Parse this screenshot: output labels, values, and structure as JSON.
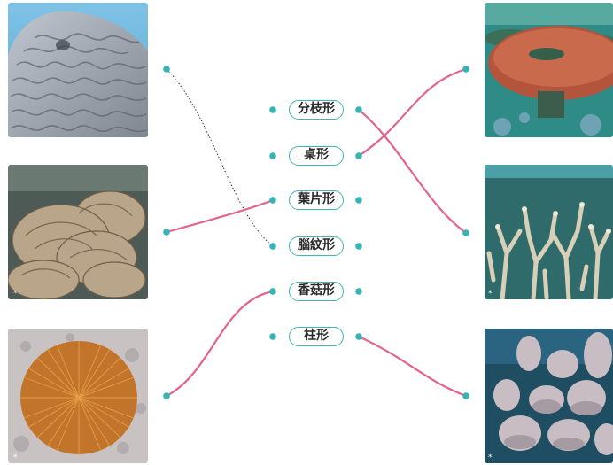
{
  "colors": {
    "dot": "#36b3b5",
    "line": "#e4628f",
    "dashed": "#333333",
    "pill_border": "#3fb7b5"
  },
  "labels": [
    {
      "id": "branching",
      "text": "分枝形"
    },
    {
      "id": "table",
      "text": "桌形"
    },
    {
      "id": "foliose",
      "text": "葉片形"
    },
    {
      "id": "brain",
      "text": "腦紋形"
    },
    {
      "id": "mushroom",
      "text": "香菇形"
    },
    {
      "id": "columnar",
      "text": "柱形"
    }
  ],
  "left_photos": [
    {
      "id": "brain-coral-photo",
      "subject": "brain coral"
    },
    {
      "id": "foliose-coral-photo",
      "subject": "foliose coral"
    },
    {
      "id": "mushroom-coral-photo",
      "subject": "mushroom coral"
    }
  ],
  "right_photos": [
    {
      "id": "table-coral-photo",
      "subject": "table coral"
    },
    {
      "id": "branching-coral-photo",
      "subject": "branching coral"
    },
    {
      "id": "columnar-coral-photo",
      "subject": "columnar coral"
    }
  ],
  "connections": [
    {
      "from": "left-photo-1",
      "to": "brain",
      "style": "dotted"
    },
    {
      "from": "left-photo-2",
      "to": "foliose",
      "style": "solid"
    },
    {
      "from": "left-photo-3",
      "to": "mushroom",
      "style": "solid"
    },
    {
      "from": "branching",
      "to": "right-photo-2",
      "style": "solid"
    },
    {
      "from": "table",
      "to": "right-photo-1",
      "style": "solid"
    },
    {
      "from": "columnar",
      "to": "right-photo-3",
      "style": "solid"
    }
  ]
}
